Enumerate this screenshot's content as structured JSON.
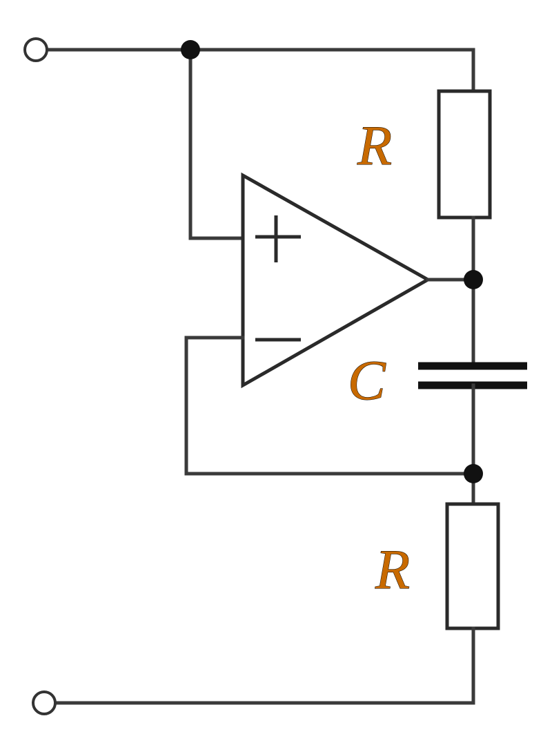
{
  "components": {
    "resistor_top": {
      "label": "R"
    },
    "capacitor": {
      "label": "C"
    },
    "resistor_bottom": {
      "label": "R"
    },
    "opamp": {
      "plus_sign": "+",
      "minus_sign": "−"
    }
  },
  "colors": {
    "label_fill": "#c86a00",
    "wire": "#3a3a3a",
    "background": "#ffffff"
  }
}
